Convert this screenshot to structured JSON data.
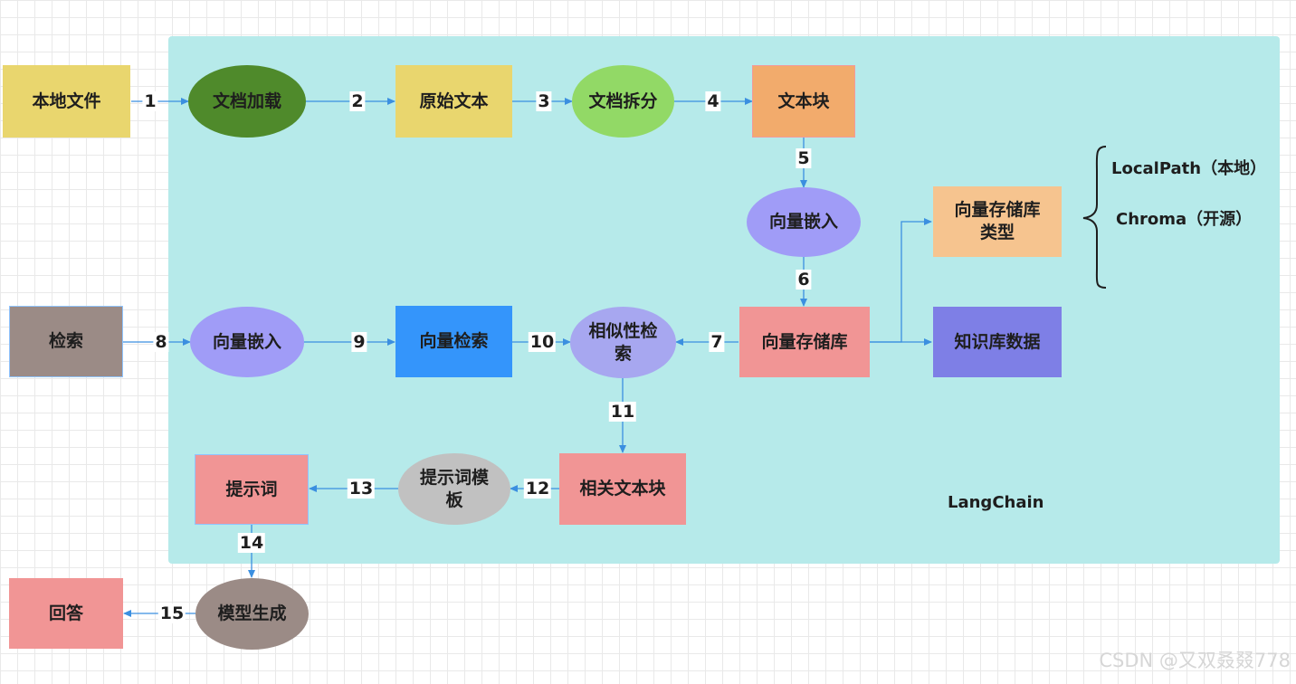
{
  "diagram": {
    "container_label": "LangChain",
    "nodes": {
      "local_files": "本地文件",
      "doc_loading": "文档加载",
      "raw_text": "原始文本",
      "doc_splitting": "文档拆分",
      "text_chunks": "文本块",
      "vector_embedding_doc": "向量嵌入",
      "vector_store": "向量存储库",
      "vector_store_type": "向量存储库类型",
      "knowledge_base": "知识库数据",
      "query": "检索",
      "vector_embedding_query": "向量嵌入",
      "vector_search": "向量检索",
      "similarity_search": "相似性检索",
      "related_chunks": "相关文本块",
      "prompt_template": "提示词模板",
      "prompt": "提示词",
      "model_generation": "模型生成",
      "answer": "回答"
    },
    "store_types": [
      "LocalPath（本地）",
      "Chroma（开源）"
    ],
    "steps": [
      "1",
      "2",
      "3",
      "4",
      "5",
      "6",
      "7",
      "8",
      "9",
      "10",
      "11",
      "12",
      "13",
      "14",
      "15"
    ],
    "colors": {
      "container": "#b6eaea",
      "arrow": "#3b8fe0",
      "yellow": "#e9d66e",
      "dark_green": "#4f8a2b",
      "light_green": "#92d966",
      "orange": "#f2ab6c",
      "lavender": "#a09cf7",
      "salmon": "#f19595",
      "peach": "#f6c48f",
      "indigo": "#7e7fe6",
      "taupe": "#9b8b86",
      "blue": "#3495fb",
      "light_purple": "#a7a7f0",
      "gray": "#c1c1c1"
    }
  },
  "watermark": "CSDN @又双叒叕778"
}
